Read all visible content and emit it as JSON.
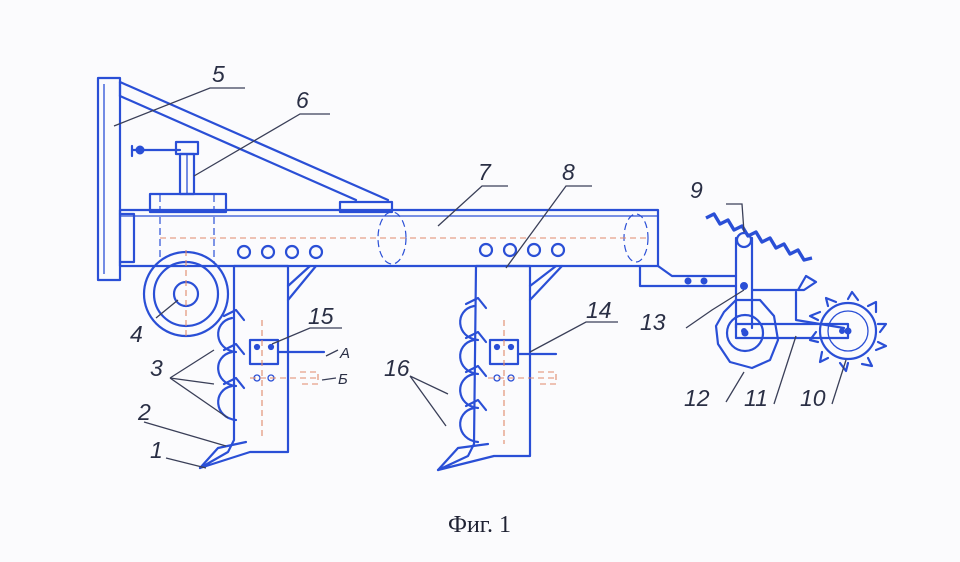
{
  "figure": {
    "caption": "Фиг. 1",
    "callouts": {
      "c1": "1",
      "c2": "2",
      "c3": "3",
      "c4": "4",
      "c5": "5",
      "c6": "6",
      "c7": "7",
      "c8": "8",
      "c9": "9",
      "c10": "10",
      "c11": "11",
      "c12": "12",
      "c13": "13",
      "c14": "14",
      "c15": "15",
      "c16": "16"
    },
    "markers": {
      "a": "А",
      "b": "Б"
    },
    "colors": {
      "stroke": "#2a4fd6",
      "accent": "#e08a6a",
      "text": "#2a2f45"
    }
  }
}
